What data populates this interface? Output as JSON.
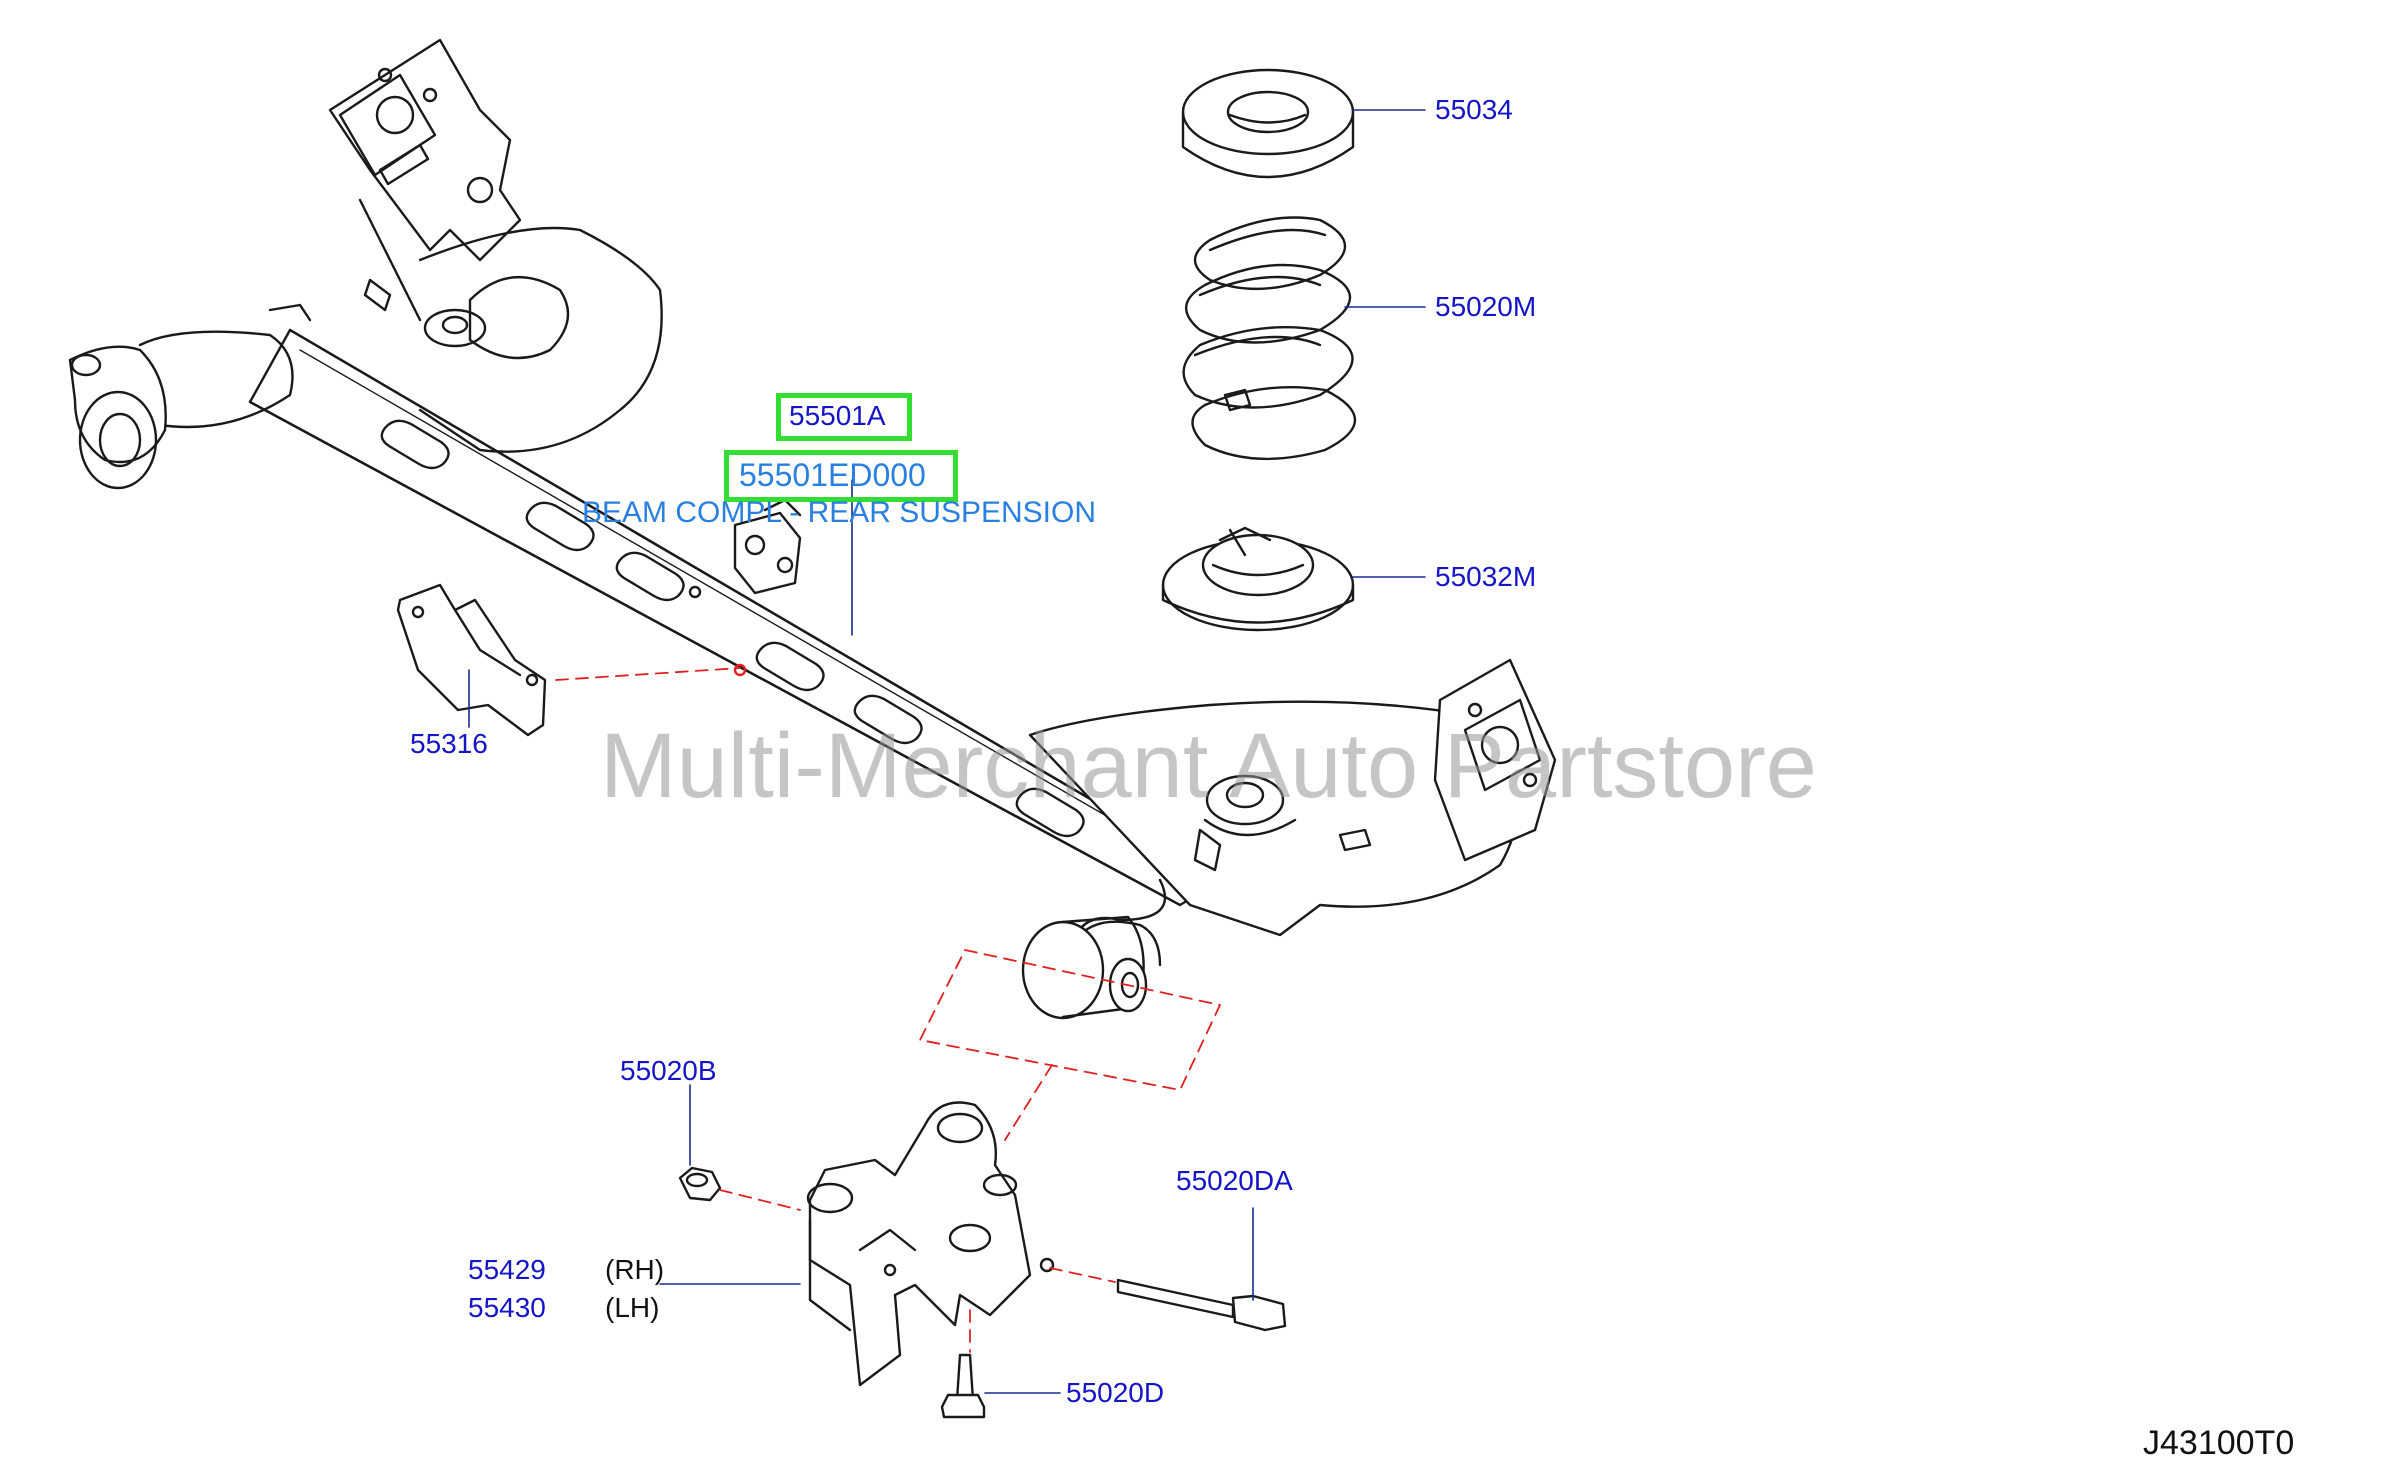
{
  "diagram": {
    "watermark": "Multi-Merchant Auto Partstore",
    "diagram_code": "J43100T0",
    "colors": {
      "label": "#1414c8",
      "highlight": "#33dd33",
      "description": "#2a80e0",
      "dashed_leader": "#e02020"
    },
    "callouts": {
      "p55034": "55034",
      "p55020M": "55020M",
      "p55032M": "55032M",
      "p55501A": "55501A",
      "p55501ED000": "55501ED000",
      "beam_desc": "BEAM COMPL - REAR SUSPENSION",
      "p55316": "55316",
      "p55020B": "55020B",
      "p55020DA": "55020DA",
      "p55429": "55429",
      "rh": "(RH)",
      "p55430": "55430",
      "lh": "(LH)",
      "p55020D": "55020D"
    }
  }
}
